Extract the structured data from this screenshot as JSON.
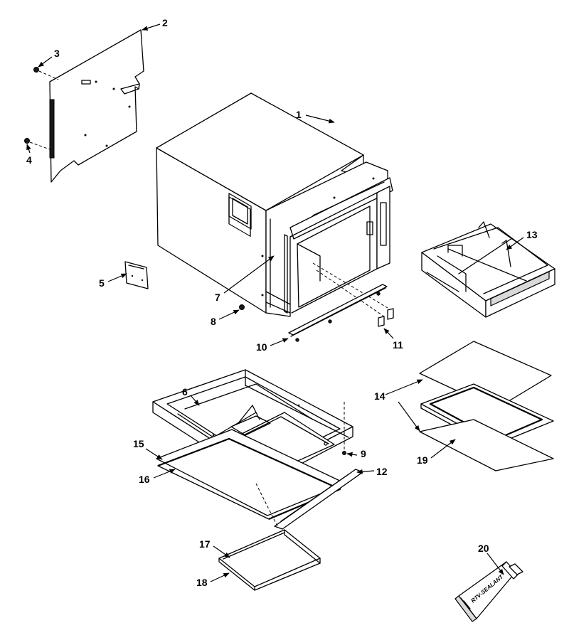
{
  "callouts": [
    {
      "id": "c1",
      "label": "1"
    },
    {
      "id": "c2",
      "label": "2"
    },
    {
      "id": "c3",
      "label": "3"
    },
    {
      "id": "c4",
      "label": "4"
    },
    {
      "id": "c5",
      "label": "5"
    },
    {
      "id": "c6",
      "label": "6"
    },
    {
      "id": "c7",
      "label": "7"
    },
    {
      "id": "c8",
      "label": "8"
    },
    {
      "id": "c9",
      "label": "9"
    },
    {
      "id": "c10",
      "label": "10"
    },
    {
      "id": "c11",
      "label": "11"
    },
    {
      "id": "c12",
      "label": "12"
    },
    {
      "id": "c13",
      "label": "13"
    },
    {
      "id": "c14",
      "label": "14"
    },
    {
      "id": "c15",
      "label": "15"
    },
    {
      "id": "c16",
      "label": "16"
    },
    {
      "id": "c17",
      "label": "17"
    },
    {
      "id": "c18",
      "label": "18"
    },
    {
      "id": "c19",
      "label": "19"
    },
    {
      "id": "c20",
      "label": "20"
    }
  ],
  "tube_text": "RTV-SEALANT"
}
